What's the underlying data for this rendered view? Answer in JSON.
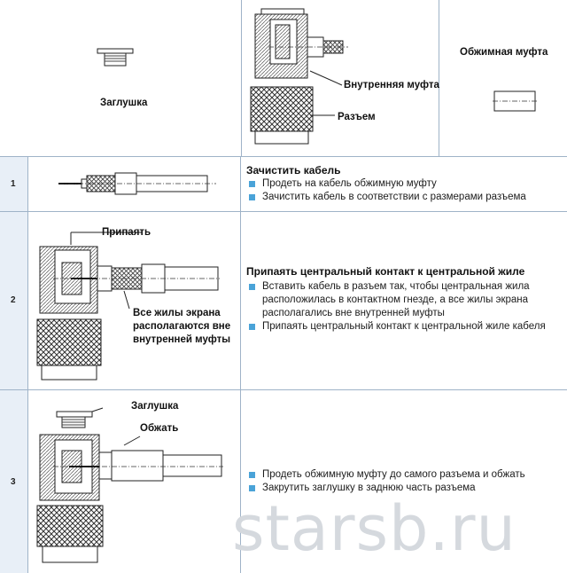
{
  "header": {
    "labels": {
      "cap": "Заглушка",
      "inner_sleeve": "Внутренняя муфта",
      "connector": "Разъем",
      "crimp_sleeve": "Обжимная муфта"
    }
  },
  "steps": [
    {
      "number": "1",
      "title": "Зачистить кабель",
      "bullets": [
        "Продеть на кабель обжимную муфту",
        "Зачистить кабель в соответствии с размерами разъема"
      ]
    },
    {
      "number": "2",
      "title": "Припаять центральный контакт к центральной жиле",
      "bullets": [
        "Вставить кабель в  разъем так, чтобы центральная жила расположилась в контактном гнезде, а все жилы экрана располагались вне внутренней муфты",
        "Припаять центральный контакт к центральной жиле кабеля"
      ],
      "callouts": {
        "solder": "Припаять",
        "shield": "Все жилы экрана располагаются вне внутренней муфты"
      }
    },
    {
      "number": "3",
      "title": "",
      "bullets": [
        "Продеть обжимную муфту до самого разъема и обжать",
        "Закрутить заглушку в заднюю часть разъема"
      ],
      "callouts": {
        "cap": "Заглушка",
        "crimp": "Обжать"
      }
    }
  ],
  "watermark": "starsb.ru",
  "colors": {
    "bullet": "#4aa3d8",
    "background": "#e8eff7",
    "grid": "#9fb3c8"
  }
}
